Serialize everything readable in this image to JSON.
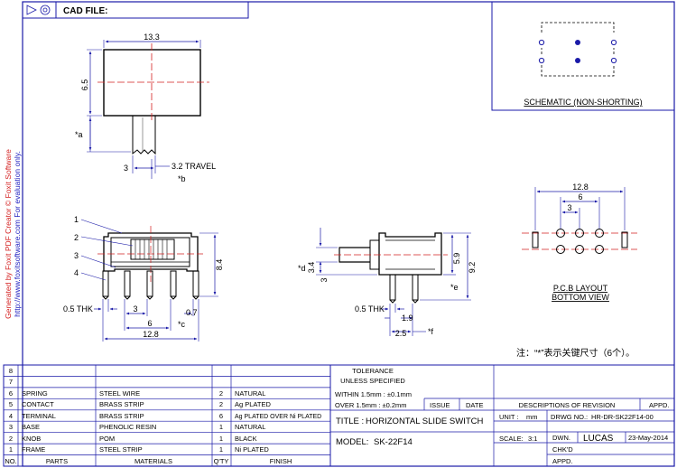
{
  "header": {
    "cad_file_label": "CAD FILE:"
  },
  "watermark": {
    "line1": "Generated by Foxit PDF Creator © Foxit Software",
    "line2": "http://www.foxitsoftware.com   For evaluation only."
  },
  "top_view": {
    "width_dim": "13.3",
    "height_dim": "6.5",
    "a_label": "*a",
    "travel_dim": "3",
    "travel_label": "3.2  TRAVEL",
    "b_label": "*b"
  },
  "schematic": {
    "title": "SCHEMATIC (NON-SHORTING)"
  },
  "front_view": {
    "callouts": [
      "1",
      "2",
      "3",
      "4"
    ],
    "height_dim": "8.4",
    "thk_label": "0.5  THK",
    "pitch_dim": "3",
    "small_dim": "0.7",
    "row_dim": "6",
    "c_label": "*c",
    "width_dim": "12.8"
  },
  "side_view": {
    "d_label": "*d",
    "dim_34": "3.4",
    "dim_3": "3",
    "dim_59": "5.9",
    "dim_92": "9.2",
    "e_label": "*e",
    "thk_label": "0.5  THK",
    "dim_19": "1.9",
    "dim_25": "2.5",
    "f_label": "*f"
  },
  "pcb": {
    "dim_128": "12.8",
    "dim_6": "6",
    "dim_3": "3",
    "title1": "P.C.B  LAYOUT",
    "title2": "BOTTOM  VIEW"
  },
  "note": "注：“*”表示关键尺寸（6个）。",
  "parts_table": {
    "header": {
      "no": "NO.",
      "parts": "PARTS",
      "materials": "MATERIALS",
      "qty": "Q'TY",
      "finish": "FINISH"
    },
    "rows": [
      {
        "no": "8",
        "parts": "",
        "materials": "",
        "qty": "",
        "finish": ""
      },
      {
        "no": "7",
        "parts": "",
        "materials": "",
        "qty": "",
        "finish": ""
      },
      {
        "no": "6",
        "parts": "SPRING",
        "materials": "STEEL WIRE",
        "qty": "2",
        "finish": "NATURAL"
      },
      {
        "no": "5",
        "parts": "CONTACT",
        "materials": "BRASS STRIP",
        "qty": "2",
        "finish": "Ag PLATED"
      },
      {
        "no": "4",
        "parts": "TERMINAL",
        "materials": "BRASS STRIP",
        "qty": "6",
        "finish": "Ag PLATED OVER Ni PLATED"
      },
      {
        "no": "3",
        "parts": "BASE",
        "materials": "PHENOLIC RESIN",
        "qty": "1",
        "finish": "NATURAL"
      },
      {
        "no": "2",
        "parts": "KNOB",
        "materials": "POM",
        "qty": "1",
        "finish": "BLACK"
      },
      {
        "no": "1",
        "parts": "FRAME",
        "materials": "STEEL STRIP",
        "qty": "1",
        "finish": "Ni PLATED"
      }
    ]
  },
  "tolerance": {
    "title": "TOLERANCE",
    "subtitle": "UNLESS  SPECIFIED",
    "line1": "WITHIN 1.5mm : ±0.1mm",
    "line2": "OVER 1.5mm : ±0.2mm"
  },
  "title_block": {
    "title_label": "TITLE :",
    "title_value": "HORIZONTAL  SLIDE  SWITCH",
    "model_label": "MODEL:",
    "model_value": "SK-22F14",
    "issue_label": "ISSUE",
    "date_label": "DATE",
    "revision_label": "DESCRIPTIONS  OF  REVISION",
    "appd_label": "APPD.",
    "unit_label": "UNIT :",
    "unit_value": "mm",
    "drwg_label": "DRWG NO.:",
    "drwg_value": "HR-DR-SK22F14-00",
    "scale_label": "SCALE:",
    "scale_value": "3:1",
    "dwn_label": "DWN.",
    "dwn_value": "LUCAS",
    "dwn_date": "23-May-2014",
    "chkd_label": "CHK'D",
    "appd2_label": "APPD."
  }
}
